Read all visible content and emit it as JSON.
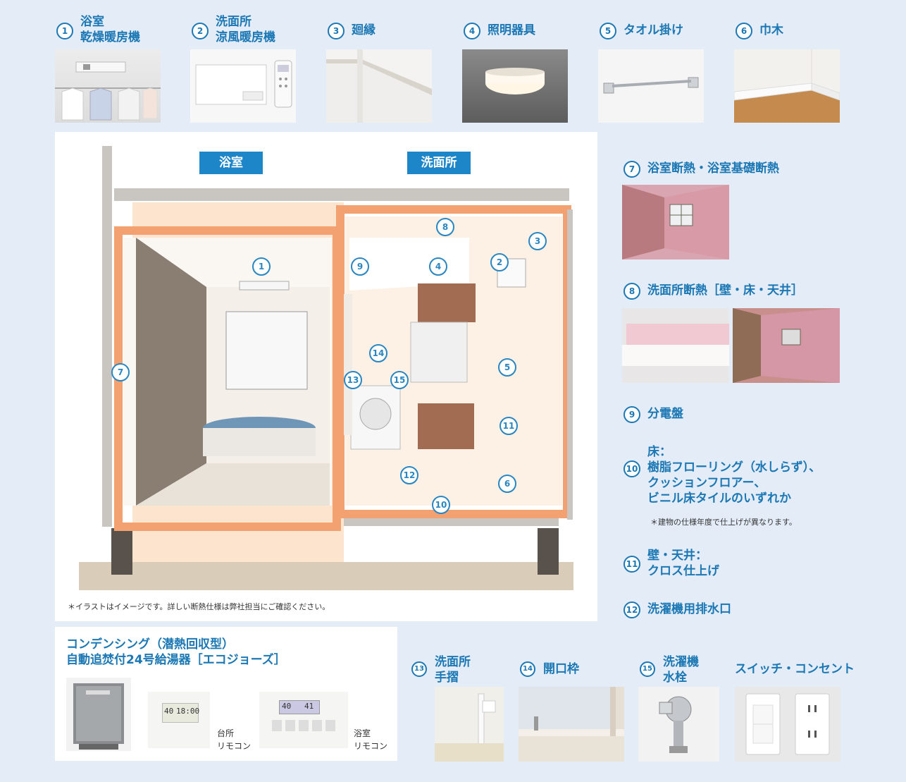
{
  "top_items": [
    {
      "num": "1",
      "label": "浴室\n乾燥暖房機",
      "icon": "bath-dryer-heater"
    },
    {
      "num": "2",
      "label": "洗面所\n涼風暖房機",
      "icon": "washroom-heater"
    },
    {
      "num": "3",
      "label": "廻縁",
      "icon": "crown-molding"
    },
    {
      "num": "4",
      "label": "照明器具",
      "icon": "ceiling-light"
    },
    {
      "num": "5",
      "label": "タオル掛け",
      "icon": "towel-bar"
    },
    {
      "num": "6",
      "label": "巾木",
      "icon": "baseboard"
    }
  ],
  "right_items": [
    {
      "num": "7",
      "label": "浴室断熱・浴室基礎断熱"
    },
    {
      "num": "8",
      "label": "洗面所断熱［壁・床・天井］"
    },
    {
      "num": "9",
      "label": "分電盤"
    },
    {
      "num": "10",
      "label": "床：\n樹脂フローリング（水しらず）、\nクッションフロアー、\nビニル床タイルのいずれか",
      "note": "＊建物の仕様年度で仕上げが異なります。"
    },
    {
      "num": "11",
      "label": "壁・天井：\nクロス仕上げ"
    },
    {
      "num": "12",
      "label": "洗濯機用排水口"
    }
  ],
  "diagram": {
    "bath_tag": "浴室",
    "wash_tag": "洗面所",
    "note": "＊イラストはイメージです。詳しい断熱仕様は弊社担当にご確認ください。",
    "markers": [
      "1",
      "2",
      "3",
      "4",
      "5",
      "6",
      "7",
      "8",
      "9",
      "10",
      "11",
      "12",
      "13",
      "14",
      "15"
    ]
  },
  "water_heater": {
    "title": "コンデンシング（潜熱回収型）\n自動追焚付24号給湯器［エコジョーズ］",
    "kitchen_remote": "台所\nリモコン",
    "bath_remote": "浴室\nリモコン",
    "kitchen_display_1": "40",
    "kitchen_display_2": "18:00",
    "bath_display_1": "40",
    "bath_display_2": "41"
  },
  "bottom_items": [
    {
      "num": "13",
      "label": "洗面所\n手摺"
    },
    {
      "num": "14",
      "label": "開口枠"
    },
    {
      "num": "15",
      "label": "洗濯機\n水栓"
    },
    {
      "num": "",
      "label": "スイッチ・コンセント"
    }
  ],
  "colors": {
    "accent": "#1b78b4",
    "insulation": "#f4a172",
    "tag": "#1d86c8"
  }
}
